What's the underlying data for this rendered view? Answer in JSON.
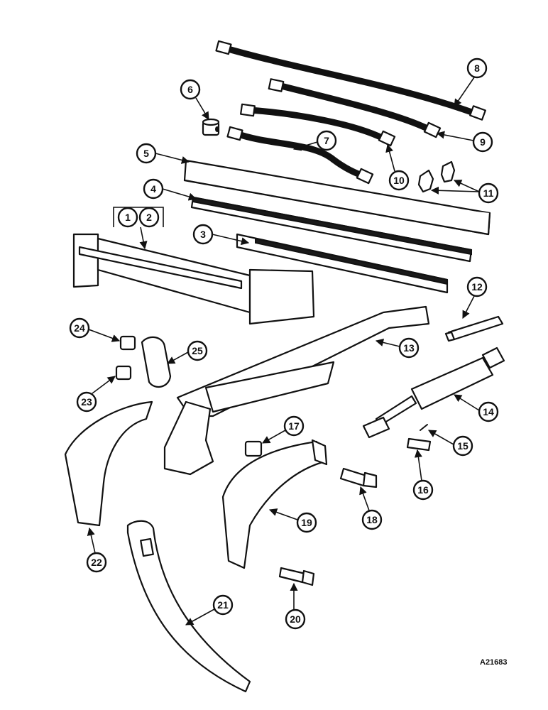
{
  "drawing_ref": "A21683",
  "callouts": [
    "1",
    "2",
    "3",
    "4",
    "5",
    "6",
    "7",
    "8",
    "9",
    "10",
    "11",
    "12",
    "13",
    "14",
    "15",
    "16",
    "17",
    "18",
    "19",
    "20",
    "21",
    "22",
    "23",
    "24",
    "25"
  ],
  "colors": {
    "ink": "#111111",
    "paper": "#ffffff"
  }
}
